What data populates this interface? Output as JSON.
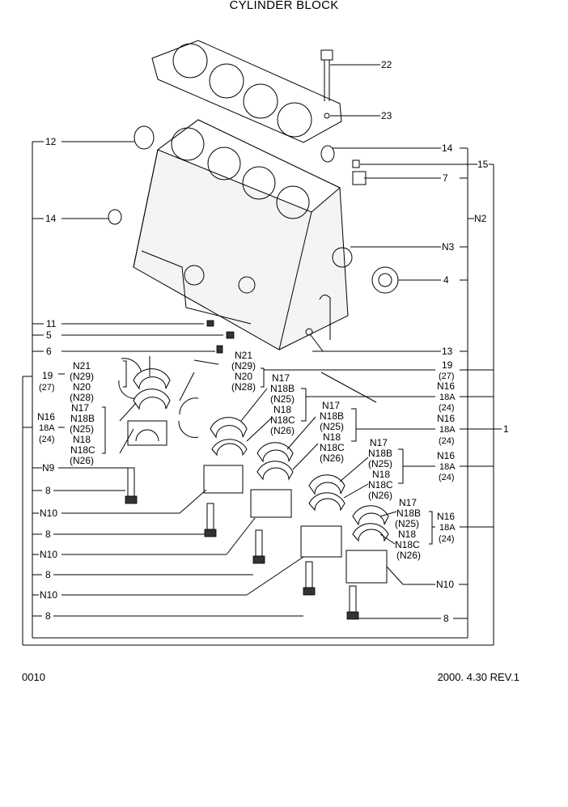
{
  "page": {
    "title": "CYLINDER BLOCK",
    "page_number": "0010",
    "revision": "2000. 4.30 REV.1"
  },
  "callouts": {
    "c22": "22",
    "c23": "23",
    "c12": "12",
    "c14a": "14",
    "c15": "15",
    "c7": "7",
    "c14b": "14",
    "cN2": "N2",
    "cN3": "N3",
    "c4": "4",
    "c11": "11",
    "c5": "5",
    "c6": "6",
    "c13": "13",
    "c1": "1",
    "l19": "19",
    "l27": "(27)",
    "lN16": "N16",
    "l18A": "18A",
    "l24": "(24)",
    "lN9": "N9",
    "l8a": "8",
    "lN10a": "N10",
    "l8b": "8",
    "lN10b": "N10",
    "l8c": "8",
    "lN10c": "N10",
    "l8d": "8",
    "r19": "19",
    "r27": "(27)",
    "rN16a": "N16",
    "r18Aa": "18A",
    "r24a": "(24)",
    "rN16b": "N16",
    "r18Ab": "18A",
    "r24b": "(24)",
    "rN16c": "N16",
    "r18Ac": "18A",
    "r24c": "(24)",
    "rN16d": "N16",
    "r18Ad": "18A",
    "r24d": "(24)",
    "rN10": "N10",
    "r8": "8"
  },
  "groups": {
    "thrust_left": [
      "N21",
      "(N29)",
      "N20",
      "(N28)"
    ],
    "thrust_mid": [
      "N21",
      "(N29)",
      "N20",
      "(N28)"
    ],
    "bearing_left": [
      "N17",
      "N18B",
      "(N25)",
      "N18",
      "N18C",
      "(N26)"
    ],
    "bearing_1": [
      "N17",
      "N18B",
      "(N25)",
      "N18",
      "N18C",
      "(N26)"
    ],
    "bearing_2": [
      "N17",
      "N18B",
      "(N25)",
      "N18",
      "N18C",
      "(N26)"
    ],
    "bearing_3": [
      "N17",
      "N18B",
      "(N25)",
      "N18",
      "N18C",
      "(N26)"
    ],
    "bearing_4": [
      "N17",
      "N18B",
      "(N25)",
      "N18",
      "N18C",
      "(N26)"
    ]
  }
}
